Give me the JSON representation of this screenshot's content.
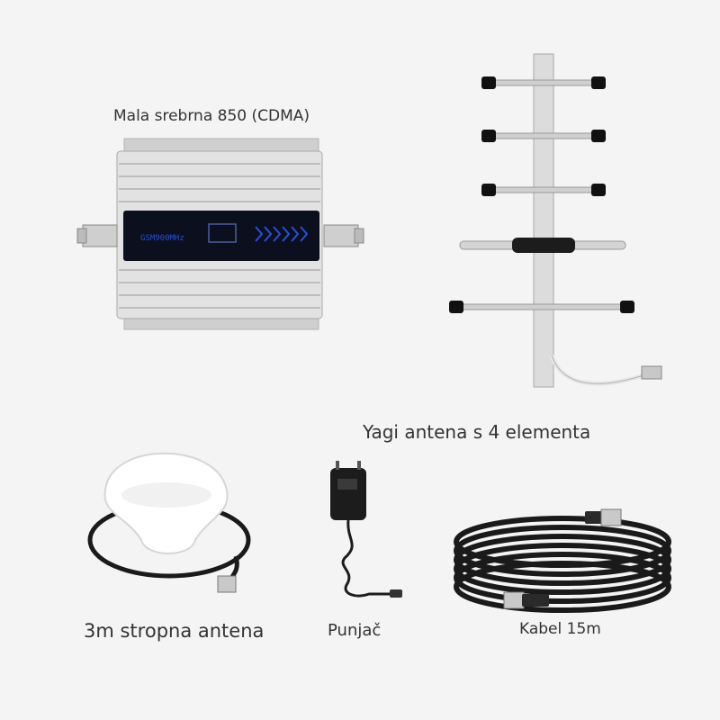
{
  "labels": {
    "repeater": "Mala srebrna 850 (CDMA)",
    "repeater_display": "GSM900MHz",
    "yagi": "Yagi antena s 4 elementa",
    "ceiling": "3m stropna antena",
    "charger": "Punjač",
    "cable": "Kabel 15m"
  },
  "colors": {
    "background": "#f4f4f4",
    "aluminum": "#d9d9d9",
    "display": "#0b0f1e",
    "display_text": "#2a4fd6",
    "cable": "#1a1a1a"
  }
}
